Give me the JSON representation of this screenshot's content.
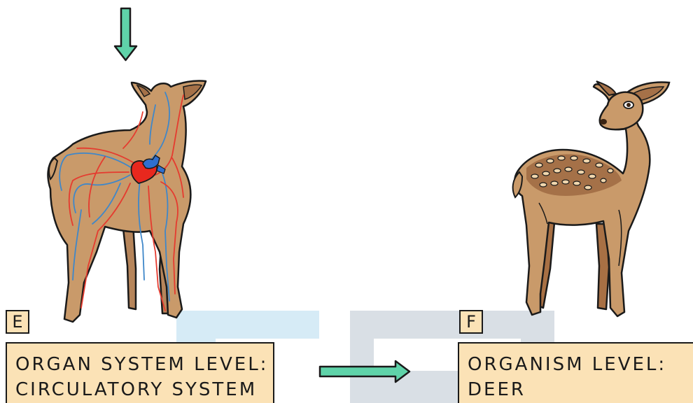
{
  "panel_e": {
    "letter": "E",
    "line1": "ORGAN SYSTEM LEVEL:",
    "line2": "CIRCULATORY SYSTEM"
  },
  "panel_f": {
    "letter": "F",
    "line1": "ORGANISM LEVEL:",
    "line2": "DEER"
  },
  "icons": {
    "down_arrow": "down-arrow-icon",
    "right_arrow": "right-arrow-icon",
    "deer_circulatory": "deer-circulatory-system-illustration",
    "deer_spotted": "spotted-deer-illustration"
  },
  "colors": {
    "label_fill": "#fbe2b6",
    "arrow_fill": "#5fd3a9",
    "deer_body": "#c99a6a",
    "deer_dark": "#a57148",
    "artery": "#e53b2f",
    "vein": "#3f87c9",
    "watermark_blue": "#d2e8f5",
    "watermark_grey": "#d6dde3"
  }
}
